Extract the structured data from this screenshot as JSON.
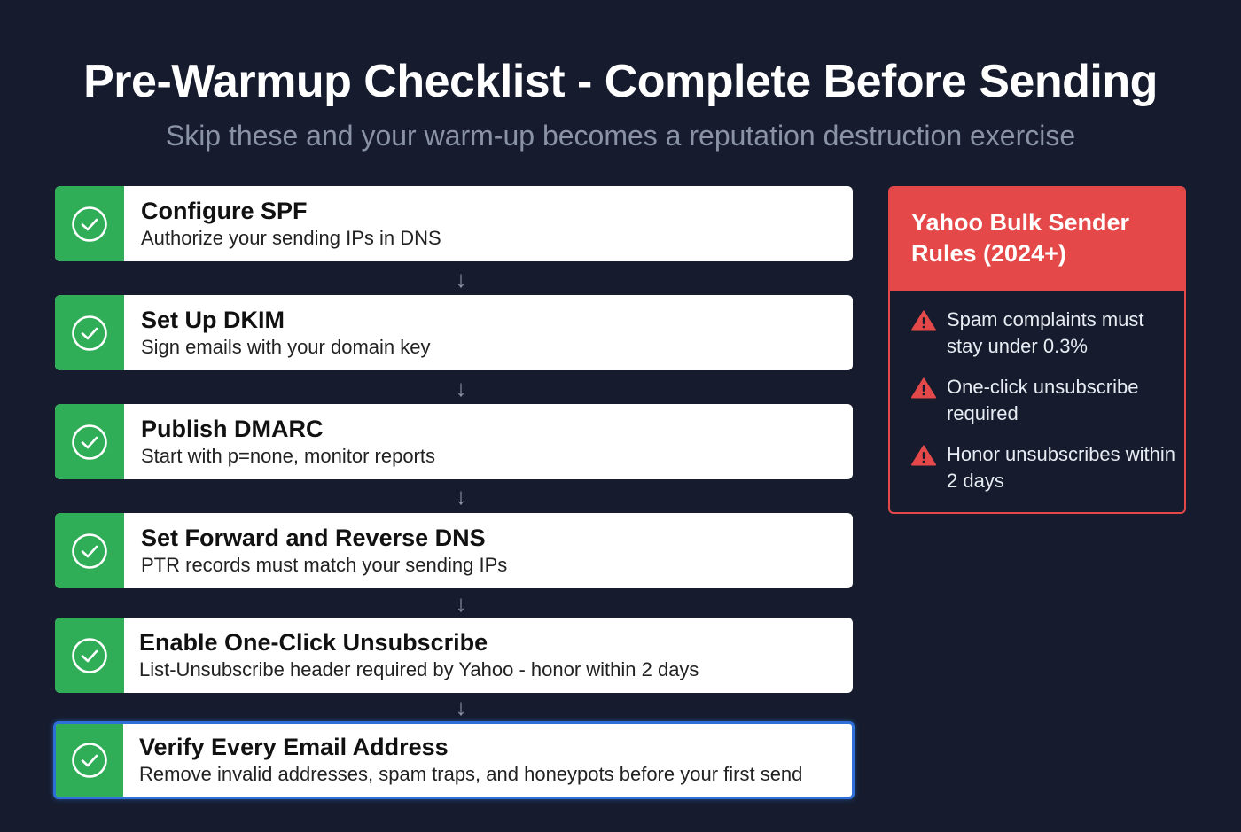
{
  "header": {
    "title": "Pre-Warmup Checklist - Complete Before Sending",
    "subtitle": "Skip these and your warm-up becomes a reputation destruction exercise"
  },
  "checklist": [
    {
      "title": "Configure SPF",
      "description": "Authorize your sending IPs in DNS",
      "status": "complete"
    },
    {
      "title": "Set Up DKIM",
      "description": "Sign emails with your domain key",
      "status": "complete"
    },
    {
      "title": "Publish DMARC",
      "description": "Start with p=none, monitor reports",
      "status": "complete"
    },
    {
      "title": "Set Forward and Reverse DNS",
      "description": "PTR records must match your sending IPs",
      "status": "complete"
    },
    {
      "title": "Enable One-Click Unsubscribe",
      "description": "List-Unsubscribe header required by Yahoo - honor within 2 days",
      "status": "complete"
    },
    {
      "title": "Verify Every Email Address",
      "description": "Remove invalid addresses, spam traps, and honeypots before your first send",
      "status": "complete",
      "highlighted": true
    }
  ],
  "sidebar": {
    "title": "Yahoo Bulk Sender Rules (2024+)",
    "rules": [
      {
        "icon": "warning-icon",
        "text": "Spam complaints must stay under 0.3%"
      },
      {
        "icon": "warning-icon",
        "text": "One-click unsubscribe required"
      },
      {
        "icon": "warning-icon",
        "text": "Honor unsubscribes within 2 days"
      }
    ]
  },
  "colors": {
    "background": "#161c2e",
    "check_green": "#2fae57",
    "alert_red": "#e54848",
    "highlight_blue": "#2f6fd8"
  }
}
